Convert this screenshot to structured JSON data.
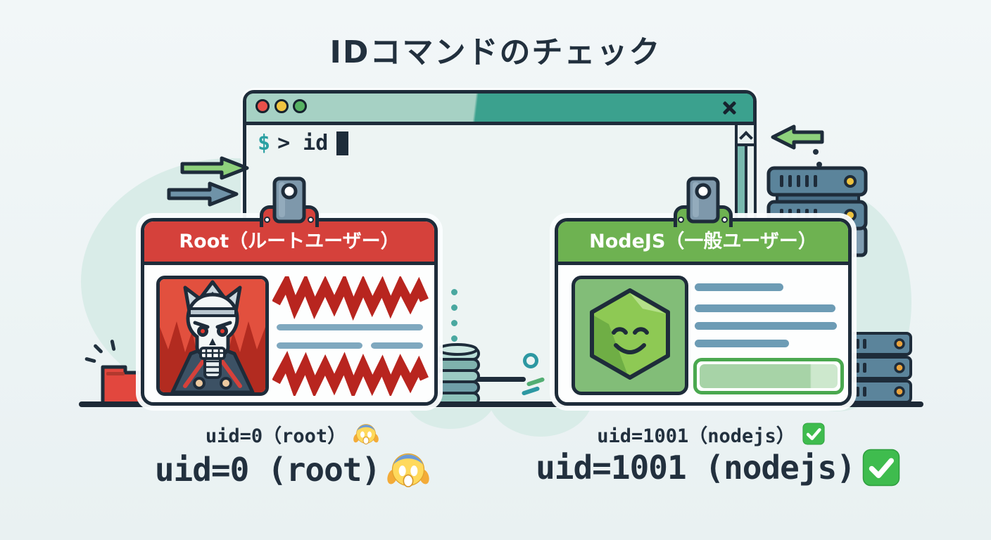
{
  "title": "IDコマンドのチェック",
  "terminal": {
    "prompt_symbol": "$",
    "command": "> id",
    "window_controls": [
      "red",
      "yellow",
      "green"
    ],
    "close_glyph": "✕",
    "scroll_up_glyph": "^"
  },
  "badges": {
    "root": {
      "label": "Root（ルートユーザー）"
    },
    "nodejs": {
      "label": "NodeJS（一般ユーザー）"
    }
  },
  "results": {
    "root_small": "uid=0（root）",
    "root_large": "uid=0 (root)",
    "root_emoji": "😱",
    "nodejs_small": "uid=1001（nodejs）",
    "nodejs_large": "uid=1001 (nodejs)",
    "nodejs_emoji": "✅"
  },
  "colors": {
    "ink": "#1e2c3a",
    "bg-top": "#f2f7f8",
    "bg-bottom": "#e9f1f2",
    "teal-light": "#a6d1c4",
    "teal-dark": "#3ba18e",
    "terminal-bg": "#edf4f3",
    "prompt-teal": "#2aa0a2",
    "accent-red": "#d5413b",
    "accent-green": "#6eb251",
    "scribble-red": "#b8251f",
    "line-blue": "#6d9cb5",
    "blob-teal": "#d9ece8",
    "server-blue": "#5b849b",
    "traffic-red": "#e8504a",
    "traffic-yellow": "#f0c440",
    "traffic-green": "#57b163",
    "text-dark": "#22303e"
  }
}
